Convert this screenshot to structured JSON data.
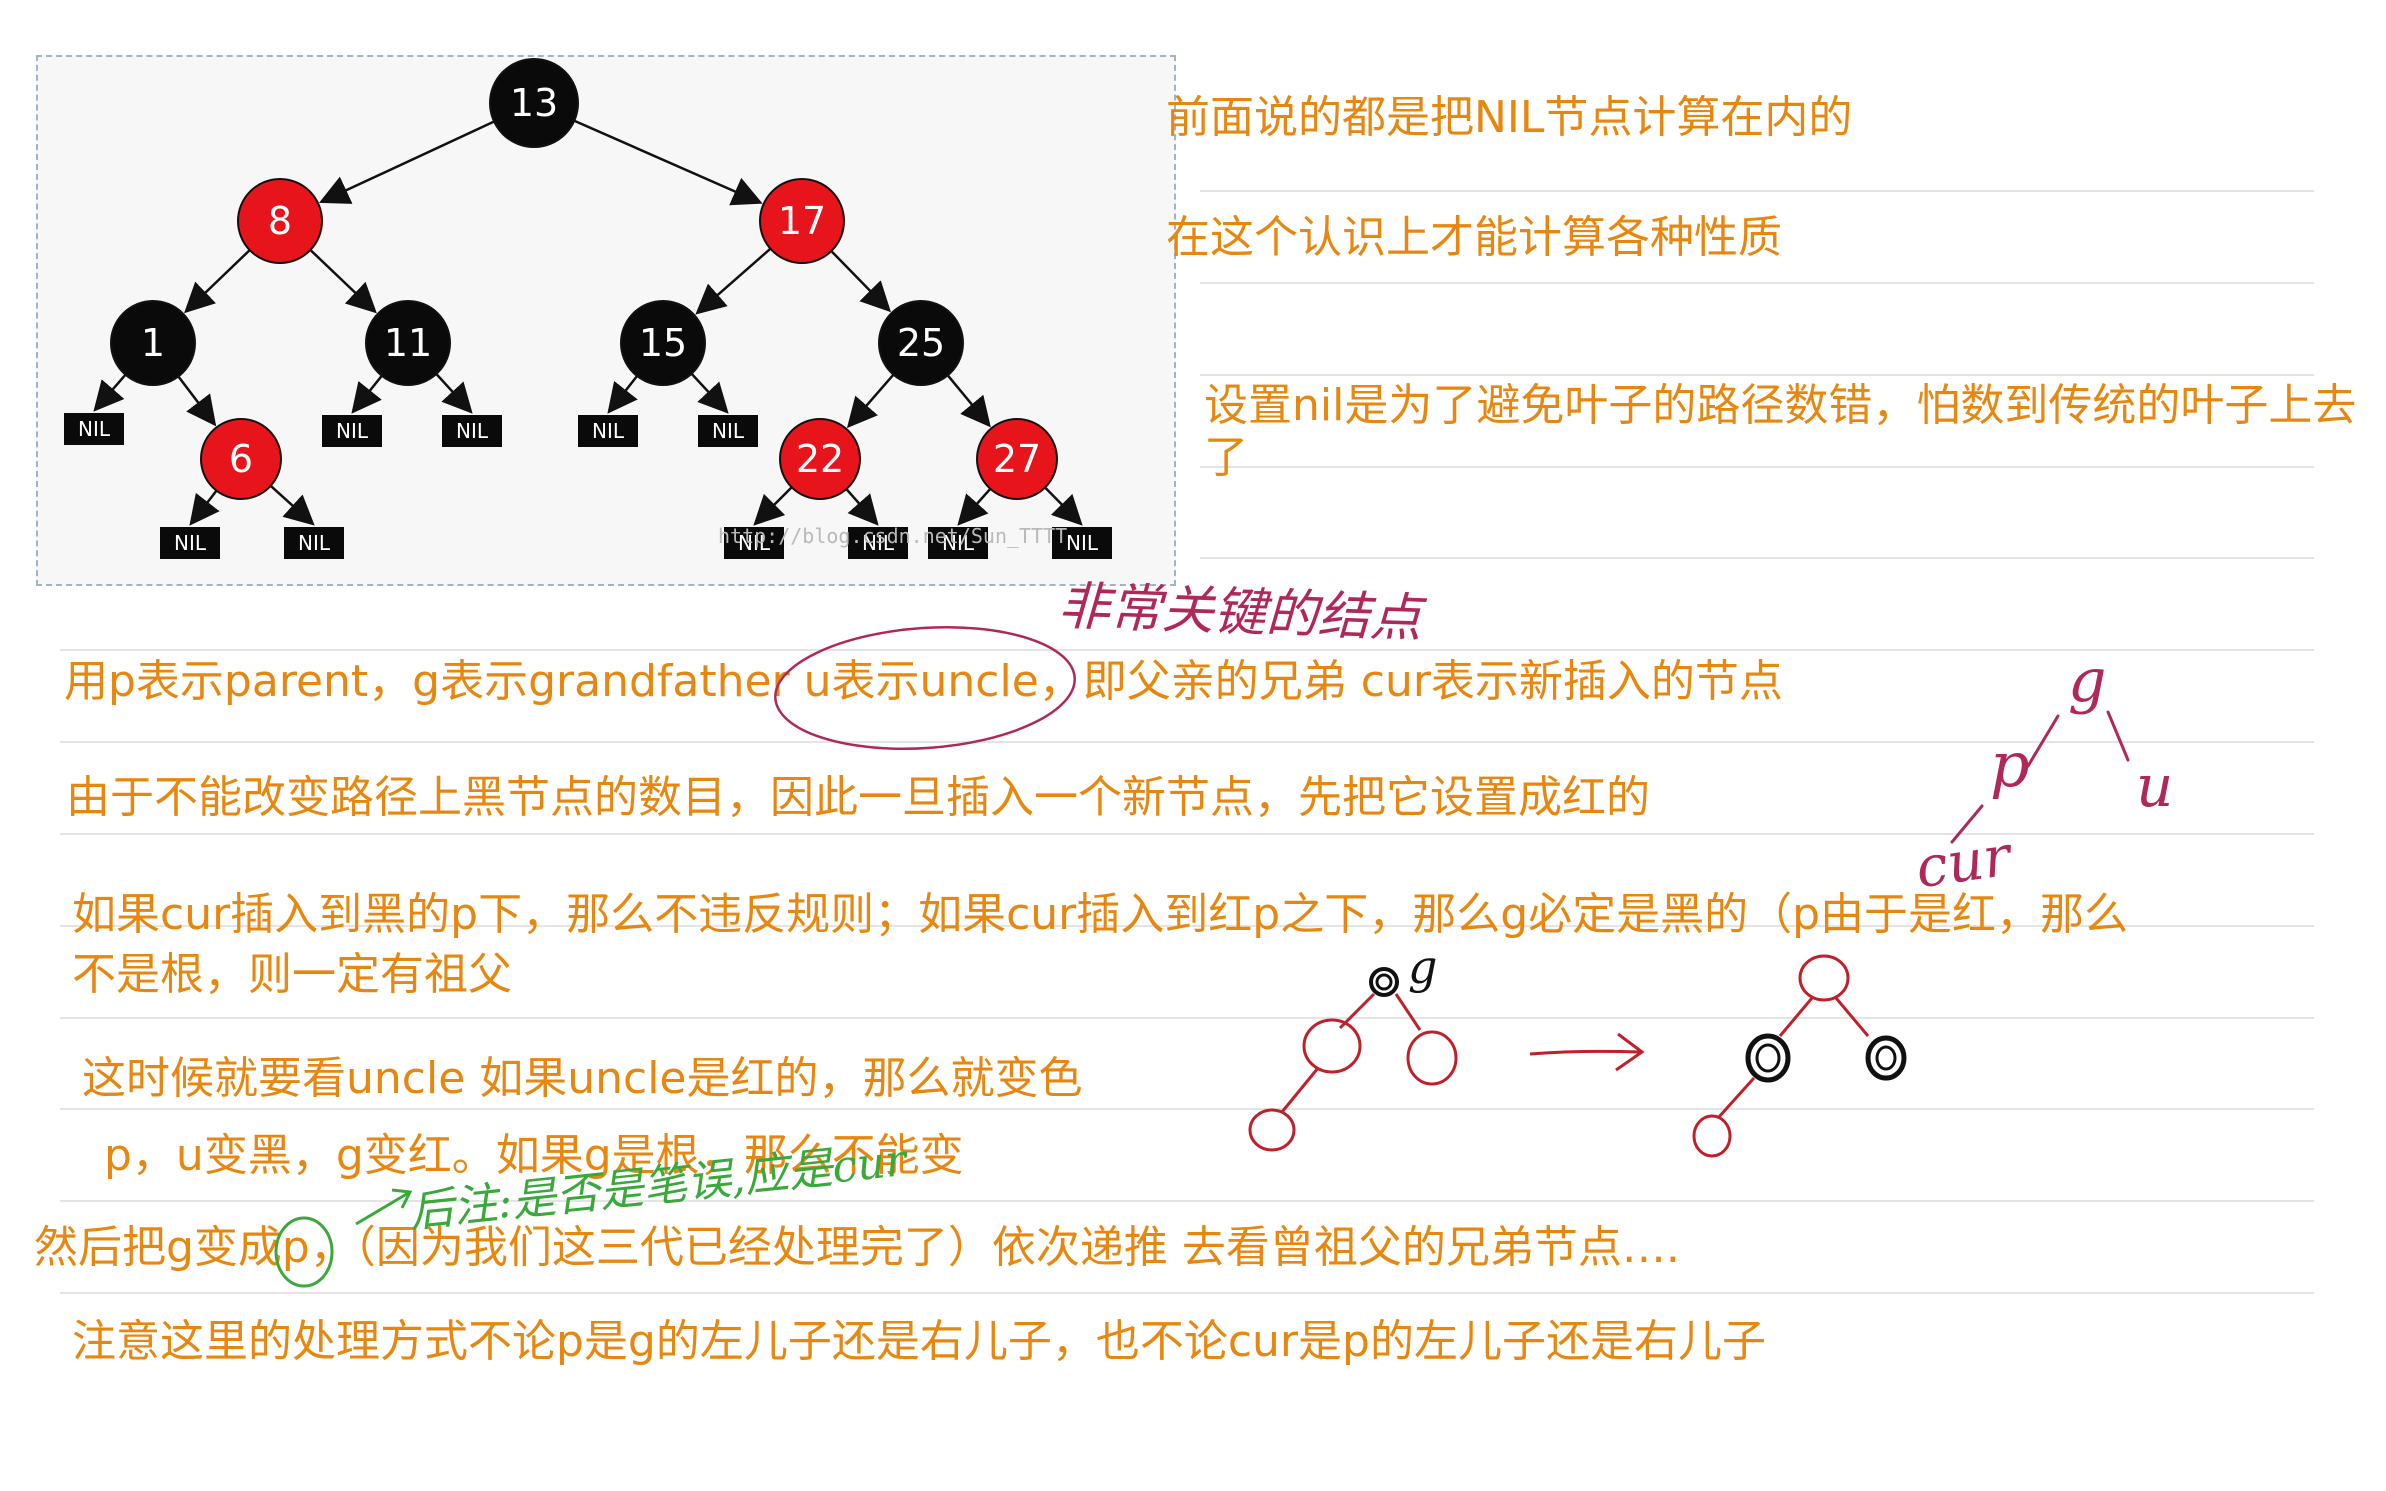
{
  "tree": {
    "nodes": [
      {
        "label": "13",
        "color": "black"
      },
      {
        "label": "8",
        "color": "red"
      },
      {
        "label": "17",
        "color": "red"
      },
      {
        "label": "1",
        "color": "black"
      },
      {
        "label": "11",
        "color": "black"
      },
      {
        "label": "15",
        "color": "black"
      },
      {
        "label": "25",
        "color": "black"
      },
      {
        "label": "6",
        "color": "red"
      },
      {
        "label": "22",
        "color": "red"
      },
      {
        "label": "27",
        "color": "red"
      }
    ],
    "nil_label": "NIL",
    "watermark": "http://blog.csdn.net/Sun_TTTT",
    "red": "#e8141b",
    "black": "#0a0a0a"
  },
  "notes": {
    "right_1": "前面说的都是把NIL节点计算在内的",
    "right_2": "在这个认识上才能计算各种性质",
    "right_3": "设置nil是为了避免叶子的路径数错，怕数到传统的叶子上去了",
    "line_1a": "用p表示parent，g表示grandfather ",
    "line_1b": "u表示uncle",
    "line_1c": "，即父亲的兄弟 cur表示新插入的节点",
    "line_2": "由于不能改变路径上黑节点的数目，因此一旦插入一个新节点，先把它设置成红的",
    "line_3": "如果cur插入到黑的p下，那么不违反规则；如果cur插入到红p之下，那么g必定是黑的（p由于是红，那么不是根，则一定有祖父",
    "line_4": "这时候就要看uncle    如果uncle是红的，那么就变色",
    "line_5": "p，u变黑，g变红。如果g是根，那么不能变",
    "line_6": "然后把g变成p，（因为我们这三代已经处理完了）依次递推   去看曾祖父的兄弟节点….",
    "line_7": "注意这里的处理方式不论p是g的左儿子还是右儿子，也不论cur是p的左儿子还是右儿子"
  },
  "handwriting": {
    "key_node": "非常关键的结点",
    "g": "g",
    "p": "p",
    "u": "u",
    "cur": "cur",
    "correction": "后注:是否是笔误,应是cur",
    "sketch_g": "g"
  },
  "colors": {
    "orange": "#e8870f",
    "hand_purple": "#b0285a",
    "hand_green": "#3aa83a",
    "sketch_red": "#c0202a"
  }
}
